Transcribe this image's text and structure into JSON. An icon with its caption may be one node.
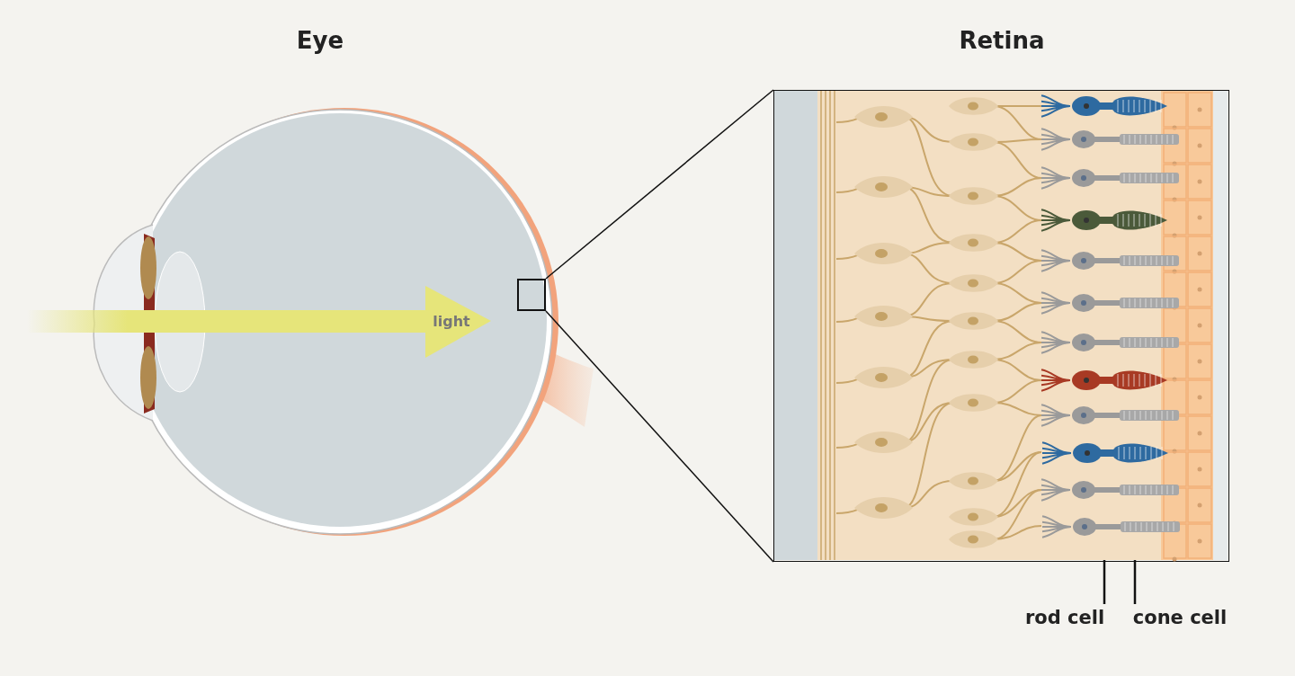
{
  "diagram": {
    "nodes": [
      {
        "text": [],
        "shape": "box"
      },
      {
        "text": [],
        "shape": "picture"
      },
      {
        "text": [
          "rod cell"
        ]
      },
      {
        "text": [],
        "shape": "picture",
        "in": 1
      },
      {
        "text": [
          "cone cell"
        ]
      },
      {
        "text": [],
        "shape": "picture",
        "in": 1
      }
    ],
    "edges": [
      {
        "from": 0,
        "to": 1,
        "arrow": "none"
      },
      {
        "from": 0,
        "to": 1,
        "arrow": "none"
      },
      {
        "from": 2,
        "to": 5,
        "arrow": "other"
      },
      {
        "from": 4,
        "to": 3,
        "arrow": "other"
      }
    ],
    "labels": [
      "Eye",
      "Retina",
      "light"
    ]
  }
}
